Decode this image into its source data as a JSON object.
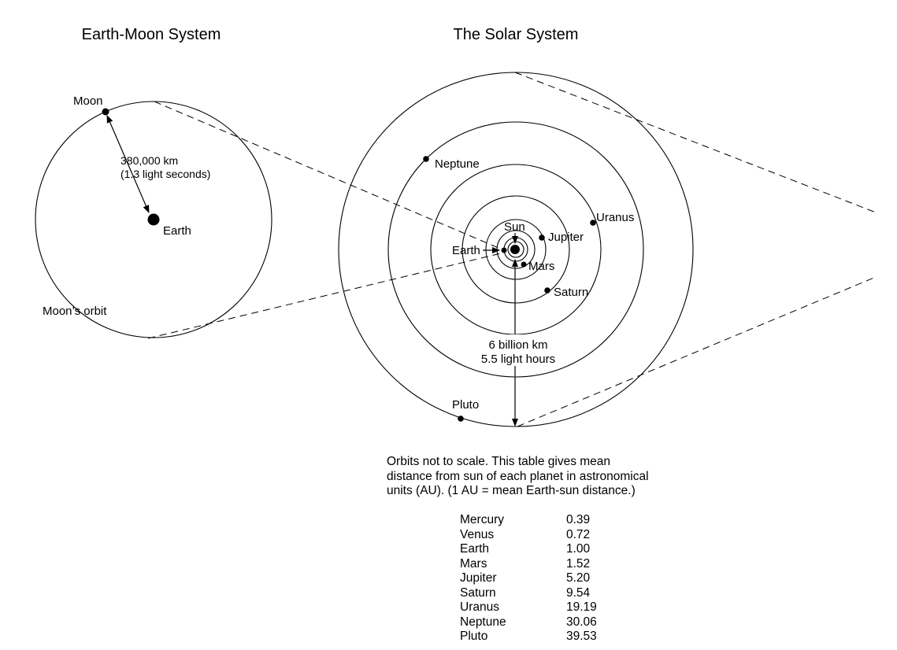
{
  "titles": {
    "earth_moon": "Earth-Moon System",
    "solar": "The Solar System"
  },
  "earth_moon": {
    "moon_label": "Moon",
    "earth_label": "Earth",
    "orbit_label": "Moon’s orbit",
    "distance_line1": "380,000 km",
    "distance_line2": "(1.3 light seconds)"
  },
  "solar": {
    "sun_label": "Sun",
    "earth_label": "Earth",
    "mars_label": "Mars",
    "jupiter_label": "Jupiter",
    "saturn_label": "Saturn",
    "uranus_label": "Uranus",
    "neptune_label": "Neptune",
    "pluto_label": "Pluto",
    "distance_line1": "6 billion km",
    "distance_line2": "5.5 light hours"
  },
  "caption": {
    "line1": "Orbits not to scale.  This table gives mean",
    "line2": "distance from sun of each planet in astronomical",
    "line3": "units (AU).  (1 AU = mean Earth-sun distance.)"
  },
  "table": [
    {
      "planet": "Mercury",
      "au": "0.39"
    },
    {
      "planet": "Venus",
      "au": "0.72"
    },
    {
      "planet": "Earth",
      "au": "1.00"
    },
    {
      "planet": "Mars",
      "au": "1.52"
    },
    {
      "planet": "Jupiter",
      "au": "5.20"
    },
    {
      "planet": "Saturn",
      "au": "9.54"
    },
    {
      "planet": "Uranus",
      "au": "19.19"
    },
    {
      "planet": "Neptune",
      "au": "30.06"
    },
    {
      "planet": "Pluto",
      "au": "39.53"
    }
  ]
}
